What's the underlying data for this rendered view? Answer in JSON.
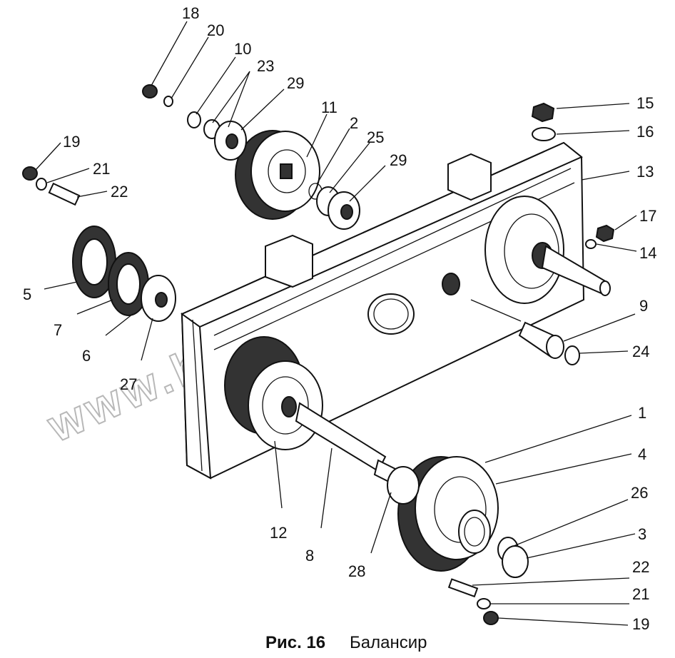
{
  "caption": {
    "figure": "Рис. 16",
    "title": "Балансир"
  },
  "watermark": "www.baron-tech.kz",
  "callouts": [
    {
      "id": "c18a",
      "label": "18"
    },
    {
      "id": "c20",
      "label": "20"
    },
    {
      "id": "c10",
      "label": "10"
    },
    {
      "id": "c23",
      "label": "23"
    },
    {
      "id": "c29a",
      "label": "29"
    },
    {
      "id": "c11",
      "label": "11"
    },
    {
      "id": "c2",
      "label": "2"
    },
    {
      "id": "c25",
      "label": "25"
    },
    {
      "id": "c29b",
      "label": "29"
    },
    {
      "id": "c15",
      "label": "15"
    },
    {
      "id": "c16",
      "label": "16"
    },
    {
      "id": "c13",
      "label": "13"
    },
    {
      "id": "c17",
      "label": "17"
    },
    {
      "id": "c14",
      "label": "14"
    },
    {
      "id": "c19a",
      "label": "19"
    },
    {
      "id": "c21a",
      "label": "21"
    },
    {
      "id": "c22a",
      "label": "22"
    },
    {
      "id": "c5",
      "label": "5"
    },
    {
      "id": "c7",
      "label": "7"
    },
    {
      "id": "c6",
      "label": "6"
    },
    {
      "id": "c27",
      "label": "27"
    },
    {
      "id": "c9",
      "label": "9"
    },
    {
      "id": "c24",
      "label": "24"
    },
    {
      "id": "c1",
      "label": "1"
    },
    {
      "id": "c4",
      "label": "4"
    },
    {
      "id": "c26",
      "label": "26"
    },
    {
      "id": "c3",
      "label": "3"
    },
    {
      "id": "c22b",
      "label": "22"
    },
    {
      "id": "c21b",
      "label": "21"
    },
    {
      "id": "c19b",
      "label": "19"
    },
    {
      "id": "c12",
      "label": "12"
    },
    {
      "id": "c8",
      "label": "8"
    },
    {
      "id": "c28",
      "label": "28"
    }
  ]
}
